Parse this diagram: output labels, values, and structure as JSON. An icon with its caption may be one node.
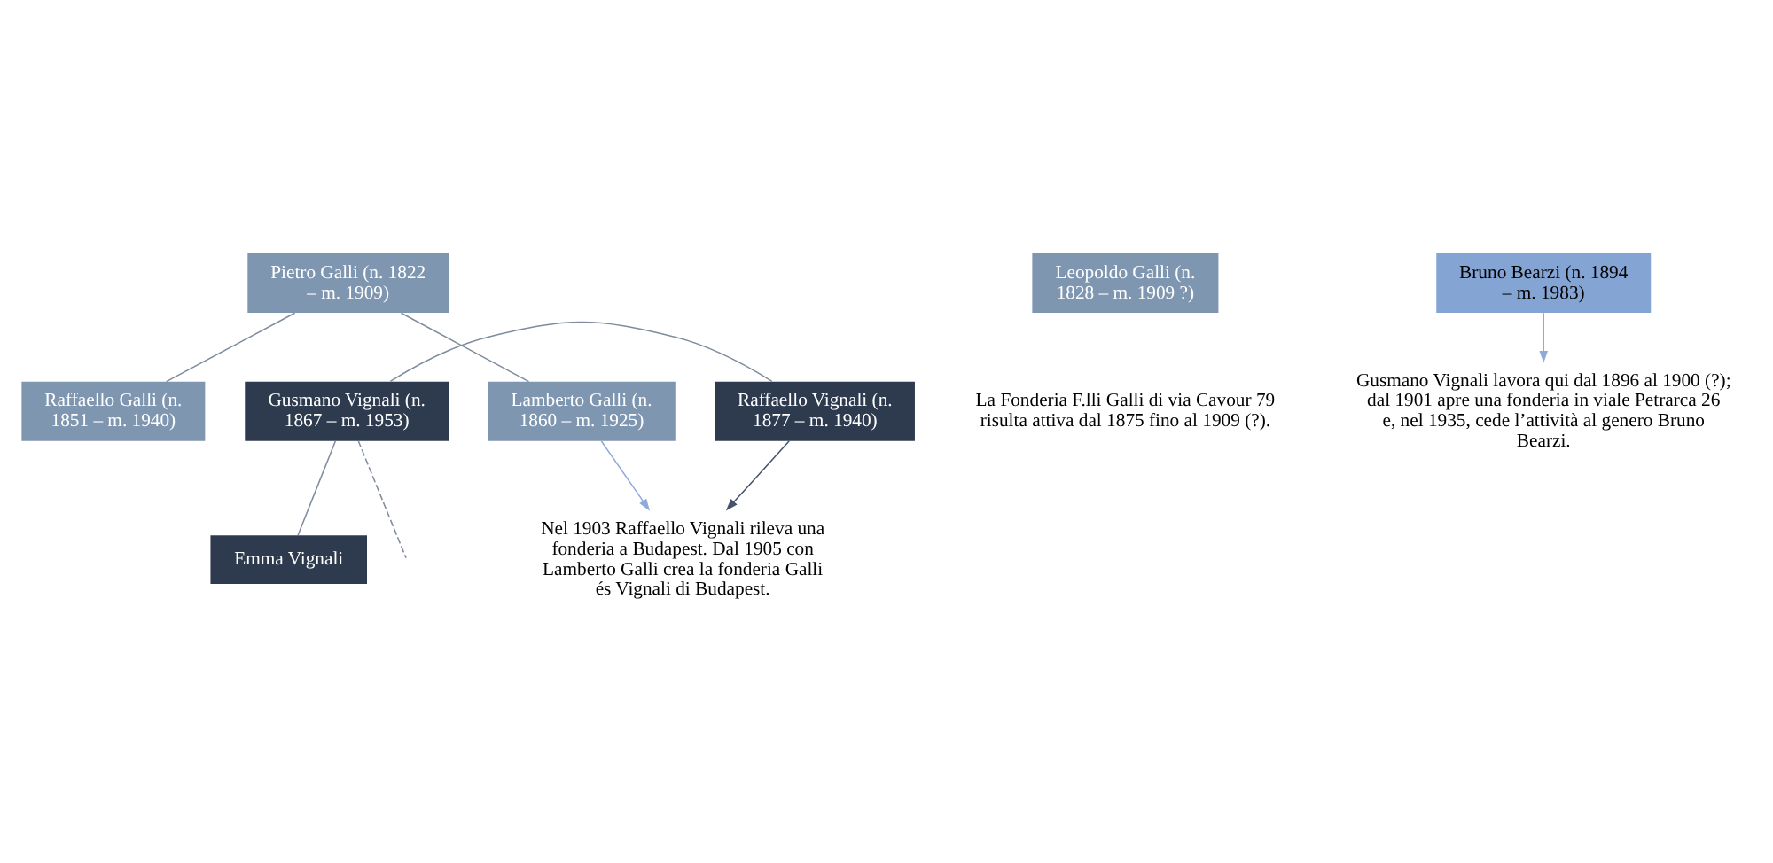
{
  "diagram": {
    "nodes": [
      {
        "text": [
          "Pietro Galli (n. 1822 – m. 1909)"
        ]
      },
      {
        "text": [
          "Raffaello Galli (n. 1851 – m. 1940)"
        ]
      },
      {
        "text": [
          "Lamberto Galli (n. 1860 – m. 1925)"
        ]
      },
      {
        "text": [
          "Leopoldo Galli (n. 1828 – m. 1909 ?)"
        ]
      },
      {
        "text": [
          "Gusmano Vignali (n. 1867 – m. 1953)"
        ]
      },
      {
        "text": [
          "Raffaello Vignali (n. 1877 – m. 1940)"
        ]
      },
      {
        "text": [
          "Emma Vignali"
        ]
      },
      {
        "text": [
          "Bruno Bearzi (n. 1894 – m. 1983)"
        ]
      },
      {
        "text": [
          "Gusmano Vignali lavora qui dal 1896 al 1900 (?); dal 1901 apre una fonderia in viale Petrarca 26 e, nel 1935, cede l’attività al genero Bruno Bearzi."
        ]
      },
      {
        "text": [
          "Nel 1903 Raffaello Vignali rileva una fonderia a Budapest. Dal 1905 con Lamberto Galli crea la fonderia Galli és Vignali di Budapest."
        ]
      }
    ],
    "edges": [
      {
        "from": 0,
        "to": 1,
        "arrow": "none"
      },
      {
        "from": 0,
        "to": 2,
        "arrow": "none"
      },
      {
        "from": 4,
        "to": 5,
        "arrow": "none"
      },
      {
        "from": 4,
        "to": 6,
        "arrow": "none"
      },
      {
        "from": 4,
        "to": null,
        "arrow": "none",
        "style": "dashed"
      },
      {
        "from": 5,
        "to": 9,
        "arrow": "to",
        "color": "#44546a"
      },
      {
        "from": 2,
        "to": 9,
        "arrow": "to",
        "color": "#8eaadb"
      },
      {
        "from": 7,
        "to": 8,
        "arrow": "to",
        "color": "#8eaadb"
      }
    ],
    "labels": [
      "La Fonderia F.lli Galli di via Cavour 79 risulta attiva dal 1875 fino al 1909 (?)."
    ]
  }
}
